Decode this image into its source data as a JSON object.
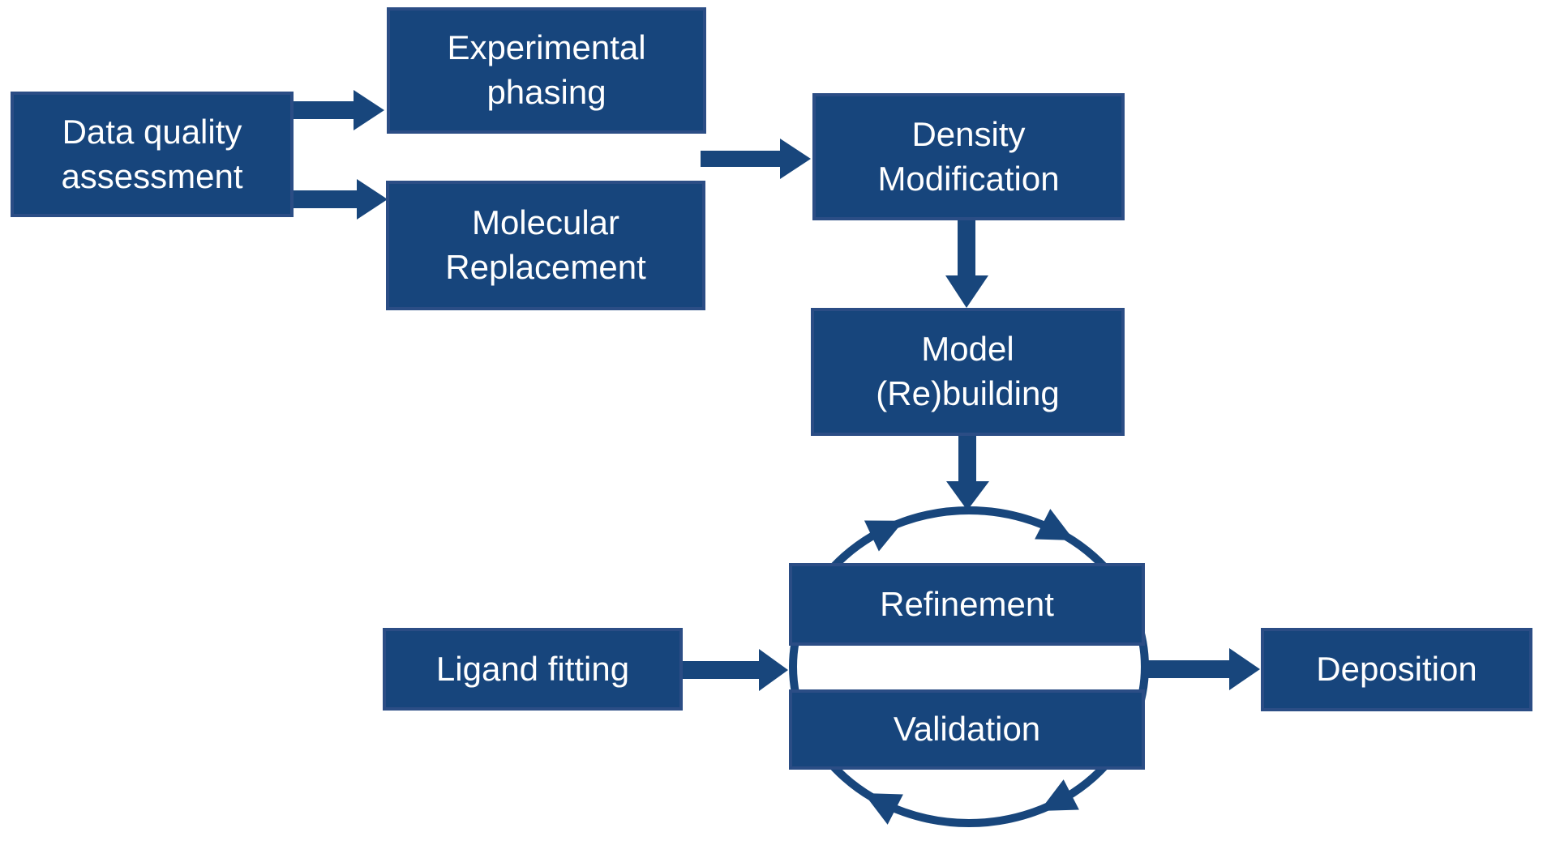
{
  "diagram": {
    "nodes": {
      "data_quality_assessment": {
        "lines": [
          "Data quality",
          "assessment"
        ]
      },
      "experimental_phasing": {
        "lines": [
          "Experimental",
          "phasing"
        ]
      },
      "molecular_replacement": {
        "lines": [
          "Molecular",
          "Replacement"
        ]
      },
      "density_modification": {
        "lines": [
          "Density",
          "Modification"
        ]
      },
      "model_rebuilding": {
        "lines": [
          "Model",
          "(Re)building"
        ]
      },
      "refinement": {
        "lines": [
          "Refinement"
        ]
      },
      "validation": {
        "lines": [
          "Validation"
        ]
      },
      "ligand_fitting": {
        "lines": [
          "Ligand fitting"
        ]
      },
      "deposition": {
        "lines": [
          "Deposition"
        ]
      }
    },
    "edges": [
      {
        "from": "data_quality_assessment",
        "to": "experimental_phasing",
        "type": "arrow"
      },
      {
        "from": "data_quality_assessment",
        "to": "molecular_replacement",
        "type": "arrow"
      },
      {
        "from": "experimental_phasing+molecular_replacement",
        "to": "density_modification",
        "type": "arrow"
      },
      {
        "from": "density_modification",
        "to": "model_rebuilding",
        "type": "arrow"
      },
      {
        "from": "model_rebuilding",
        "to": "refinement_validation_cycle",
        "type": "arrow"
      },
      {
        "from": "ligand_fitting",
        "to": "refinement_validation_cycle",
        "type": "arrow"
      },
      {
        "from": "refinement_validation_cycle",
        "to": "deposition",
        "type": "arrow"
      },
      {
        "between": [
          "refinement",
          "validation"
        ],
        "type": "clockwise-cycle"
      }
    ],
    "colors": {
      "node_fill": "#17457C",
      "node_border": "#2B4D85",
      "arrow": "#18467C",
      "text": "#FFFFFF",
      "background": "#FFFFFF"
    }
  }
}
